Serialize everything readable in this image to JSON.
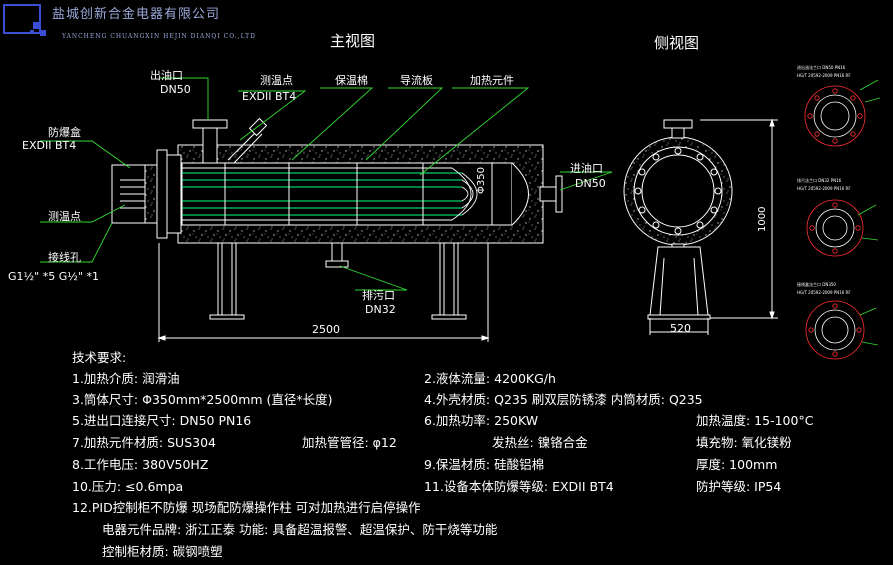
{
  "company": {
    "name_cn": "盐城创新合金电器有限公司",
    "name_en": "YANCHENG CHUANGXIN HEJIN DIANQI CO.,LTD"
  },
  "views": {
    "main_view": "主视图",
    "side_view": "侧视图"
  },
  "main_labels": {
    "outlet_oil": "出油口",
    "outlet_dn": "DN50",
    "temp_point_top": "测温点",
    "temp_point_top_spec": "EXDII BT4",
    "insulation": "保温棉",
    "baffle": "导流板",
    "heating_element": "加热元件",
    "explosion_box": "防爆盒",
    "explosion_box_spec": "EXDII BT4",
    "temp_point_left": "测温点",
    "wiring_hole": "接线孔",
    "wiring_spec": "G1½\" *5 G½\" *1",
    "inlet_oil": "进油口",
    "inlet_dn": "DN50",
    "drain": "排污口",
    "drain_dn": "DN32",
    "diameter": "Φ350",
    "length_dim": "2500",
    "height_dim": "1000",
    "width_dim": "520"
  },
  "flange_labels": {
    "f1_a": "进出油法兰口 DN50 PN16",
    "f1_b": "HG/T 20592-2009 PN16 RF",
    "f2_a": "排污法兰口 DN32 PN16",
    "f2_b": "HG/T 20592-2009 PN16 RF",
    "f3_a": "接线盒法兰口 DN350",
    "f3_b": "HG/T 20592-2009 PN16 RF"
  },
  "requirements": {
    "heading": "技术要求:",
    "r1": "1.加热介质: 润滑油",
    "r2": "2.液体流量: 4200KG/h",
    "r3": "3.筒体尺寸: Φ350mm*2500mm (直径*长度)",
    "r4": "4.外壳材质: Q235  刷双层防锈漆  内筒材质: Q235",
    "r5": "5.进出口连接尺寸: DN50 PN16",
    "r6a": "6.加热功率: 250KW",
    "r6b": "加热温度: 15-100°C",
    "r7a": "7.加热元件材质: SUS304",
    "r7b": "加热管管径: φ12",
    "r7c": "发热丝: 镍铬合金",
    "r7d": "填充物: 氧化镁粉",
    "r8": "8.工作电压: 380V50HZ",
    "r9a": "9.保温材质: 硅酸铝棉",
    "r9b": "厚度: 100mm",
    "r10": "10.压力: ≤0.6mpa",
    "r11a": "11.设备本体防爆等级: EXDII BT4",
    "r11b": "防护等级: IP54",
    "r12": "12.PID控制柜不防爆 现场配防爆操作柱 可对加热进行启停操作",
    "r12b": "电器元件品牌: 浙江正泰   功能: 具备超温报警、超温保护、防干烧等功能",
    "r12c": "控制柜材质: 碳钢喷塑"
  },
  "colors": {
    "background": "#000000",
    "line": "#ffffff",
    "logo": "#3a4fd6",
    "heating_tube": "#00ff7f",
    "leader": "#33dd33",
    "flange_red": "#ff3030"
  }
}
